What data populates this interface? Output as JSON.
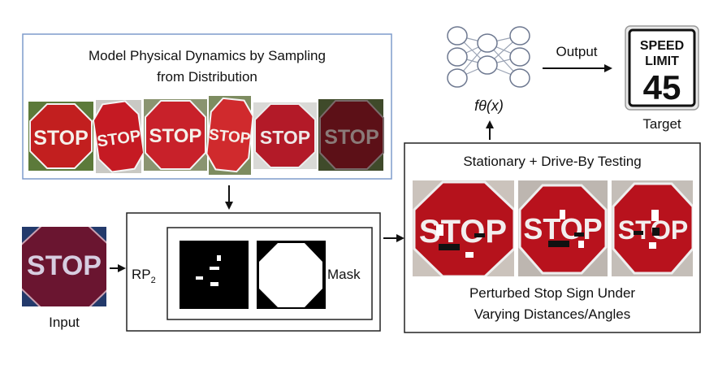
{
  "sampling_box": {
    "title_line1": "Model Physical Dynamics by Sampling",
    "title_line2": "from Distribution",
    "sample_sign_text": "STOP"
  },
  "input": {
    "sign_text": "STOP",
    "label": "Input"
  },
  "rp_box": {
    "label_main": "RP",
    "label_sub": "2",
    "mask_label": "Mask"
  },
  "network": {
    "function_label": "fθ(x)",
    "output_label": "Output"
  },
  "target": {
    "line1": "SPEED",
    "line2": "LIMIT",
    "value": "45",
    "label": "Target"
  },
  "testing_box": {
    "title": "Stationary + Drive-By Testing",
    "caption_line1": "Perturbed Stop Sign Under",
    "caption_line2": "Varying Distances/Angles",
    "sign_text": "STOP"
  },
  "colors": {
    "stop_red": "#b8101c",
    "dark_red": "#6a0f14",
    "box_blue": "#7f9ccb",
    "line": "#222222"
  }
}
